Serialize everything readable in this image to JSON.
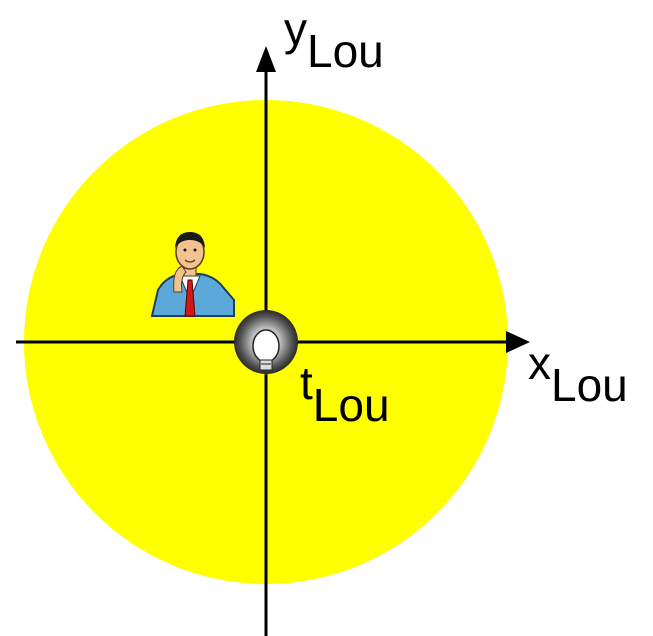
{
  "labels": {
    "y_axis": {
      "main": "y",
      "sub": "Lou"
    },
    "x_axis": {
      "main": "x",
      "sub": "Lou"
    },
    "time": {
      "main": "t",
      "sub": "Lou"
    }
  },
  "colors": {
    "light_sphere": "#ffff00",
    "axes": "#000000",
    "bulb_halo": "#555555",
    "bulb": "#ffffff",
    "suit": "#5ba8d9",
    "tie": "#d01818",
    "skin": "#f2c28f",
    "hair": "#1a1a1a"
  },
  "icons": {
    "observer": "person-icon",
    "source": "light-bulb-icon"
  }
}
